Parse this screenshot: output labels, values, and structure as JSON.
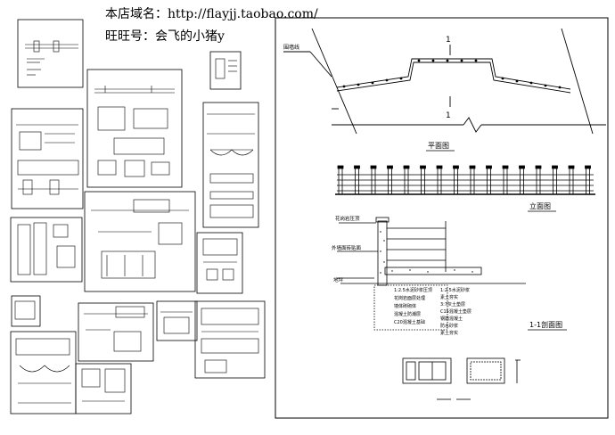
{
  "header": {
    "shop_domain": "本店域名：http://flayjj.taobao.com/",
    "wangwang_id": "旺旺号：会飞的小猪y"
  },
  "plan_view": {
    "title": "平面图",
    "section_mark": "1",
    "side_label": "围墙线"
  },
  "elevation_view": {
    "title": "立面图"
  },
  "section_view": {
    "title": "1-1剖面图",
    "left_labels": [
      "花岗岩压顶",
      "外墙面砖贴面",
      "地坪"
    ],
    "layers_left": [
      "1:2.5水泥砂浆压顶",
      "花岗岩面层处理",
      "墙体砖砌体",
      "混凝土防潮层",
      "C20混凝土基础"
    ],
    "layers_right": [
      "1:2.5水泥砂浆",
      "素土夯实",
      "3:7灰土垫层",
      "C15混凝土垫层",
      "钢筋混凝土",
      "防水砂浆",
      "素土夯实"
    ]
  },
  "colors": {
    "background": "#ffffff",
    "line": "#000000",
    "frame": "#000000"
  }
}
